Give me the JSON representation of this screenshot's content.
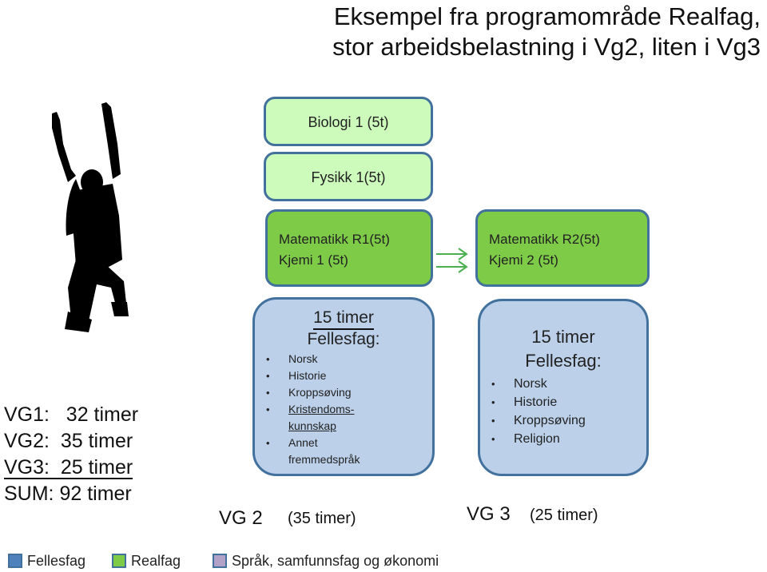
{
  "title": {
    "line1": "Eksempel fra programområde Realfag,",
    "line2": "stor arbeidsbelastning i Vg2, liten i Vg3"
  },
  "boxes": {
    "biologi": "Biologi 1 (5t)",
    "fysikk": "Fysikk 1(5t)",
    "vg2_green": {
      "line1": "Matematikk R1(5t)",
      "line2": "Kjemi 1 (5t)"
    },
    "vg3_green": {
      "line1": "Matematikk R2(5t)",
      "line2": "Kjemi 2 (5t)"
    }
  },
  "vg2_fellesfag": {
    "hours": "15 timer",
    "label": "Fellesfag:",
    "items": [
      "Norsk",
      "Historie",
      "Kroppsøving",
      "Kristendoms-",
      "Annet"
    ],
    "items_cont": [
      "kunnskap",
      "fremmedspråk"
    ]
  },
  "vg3_fellesfag": {
    "hours": "15 timer",
    "label": "Fellesfag:",
    "items": [
      "Norsk",
      "Historie",
      "Kroppsøving",
      "Religion"
    ]
  },
  "stats": [
    "VG1:   32 timer",
    "VG2:  35 timer",
    "VG3:  25 timer",
    "SUM: 92 timer"
  ],
  "vg2": {
    "label": "VG 2",
    "hours": "(35 timer)"
  },
  "vg3": {
    "label": "VG 3",
    "hours": "(25 timer)"
  },
  "legend": [
    {
      "label": "Fellesfag",
      "color": "#4f81bd"
    },
    {
      "label": "Realfag",
      "color": "#7ecb48"
    },
    {
      "label": "Språk, samfunnsfag og økonomi",
      "color": "#b3a2c7"
    }
  ],
  "colors": {
    "box_border": "#41719c",
    "light_green": "#cdfbbc",
    "green": "#7ecb48",
    "light_blue": "#bcd0ea",
    "arrow": "#4caf50"
  }
}
